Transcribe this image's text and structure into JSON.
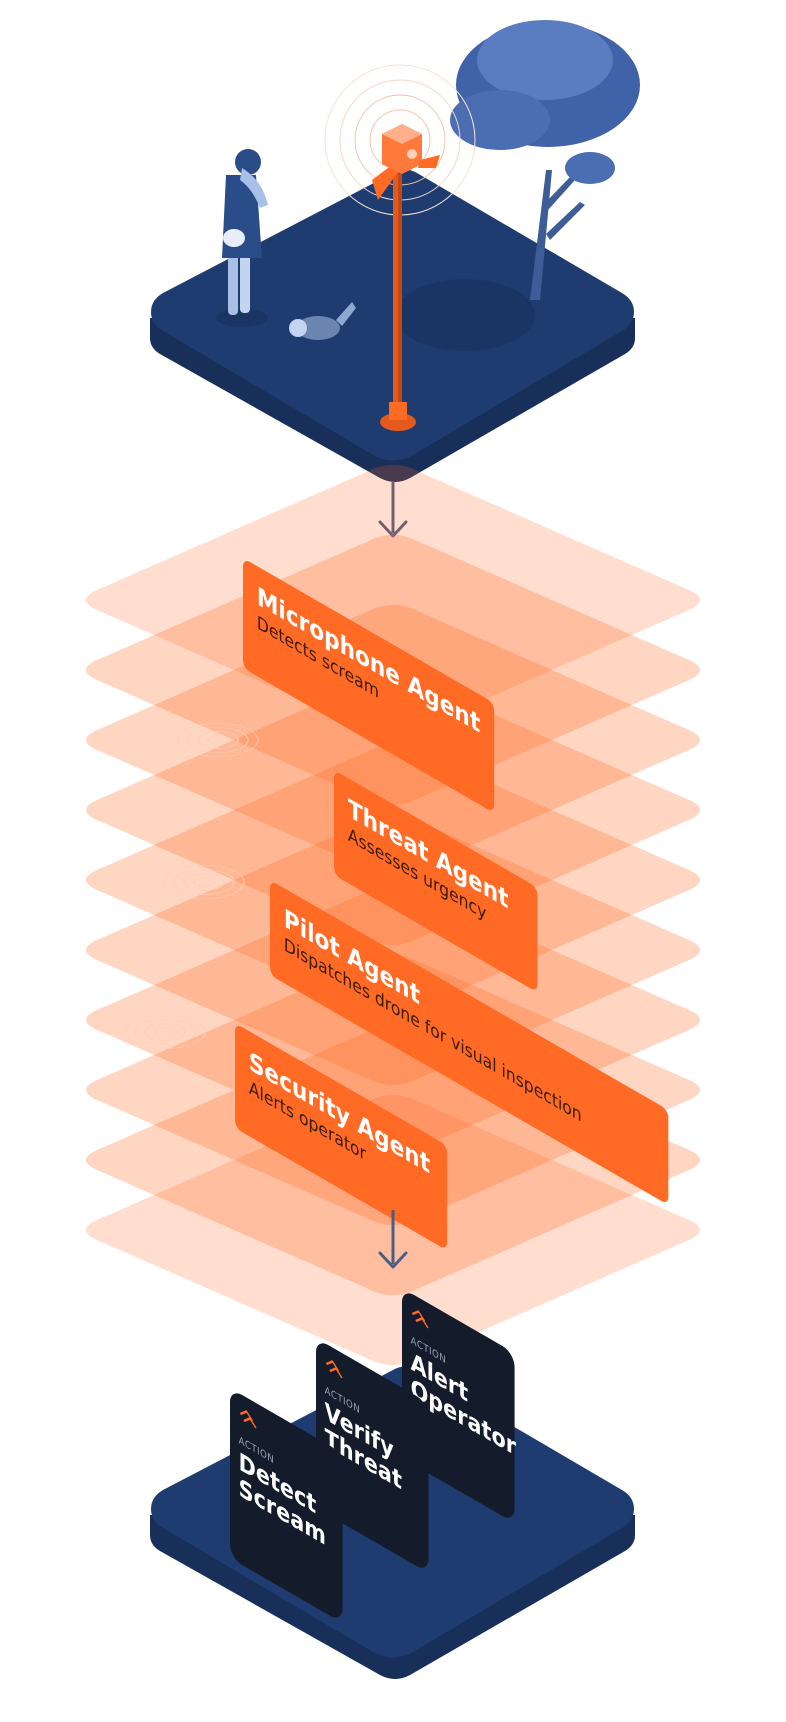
{
  "colors": {
    "navy": "#1f3c70",
    "navy_dark": "#172f59",
    "orange": "#ff6a24",
    "orange_light": "#ffd6c4",
    "card": "#141c2c",
    "arrow": "#4a5f85"
  },
  "icons": {
    "camera_pole": "camera-pole-icon",
    "tree": "tree-icon",
    "person": "woman-screaming-icon",
    "raccoon": "raccoon-icon",
    "card_logo": "orange-chevrons-icon"
  },
  "agents": [
    {
      "title": "Microphone Agent",
      "subtitle": "Detects scream"
    },
    {
      "title": "Threat Agent",
      "subtitle": "Assesses urgency"
    },
    {
      "title": "Pilot Agent",
      "subtitle": "Dispatches drone for visual inspection"
    },
    {
      "title": "Security Agent",
      "subtitle": "Alerts operator"
    }
  ],
  "actions": [
    {
      "tag": "ACTION",
      "line1": "Detect",
      "line2": "Scream"
    },
    {
      "tag": "ACTION",
      "line1": "Verify",
      "line2": "Threat"
    },
    {
      "tag": "ACTION",
      "line1": "Alert",
      "line2": "Operator"
    }
  ]
}
